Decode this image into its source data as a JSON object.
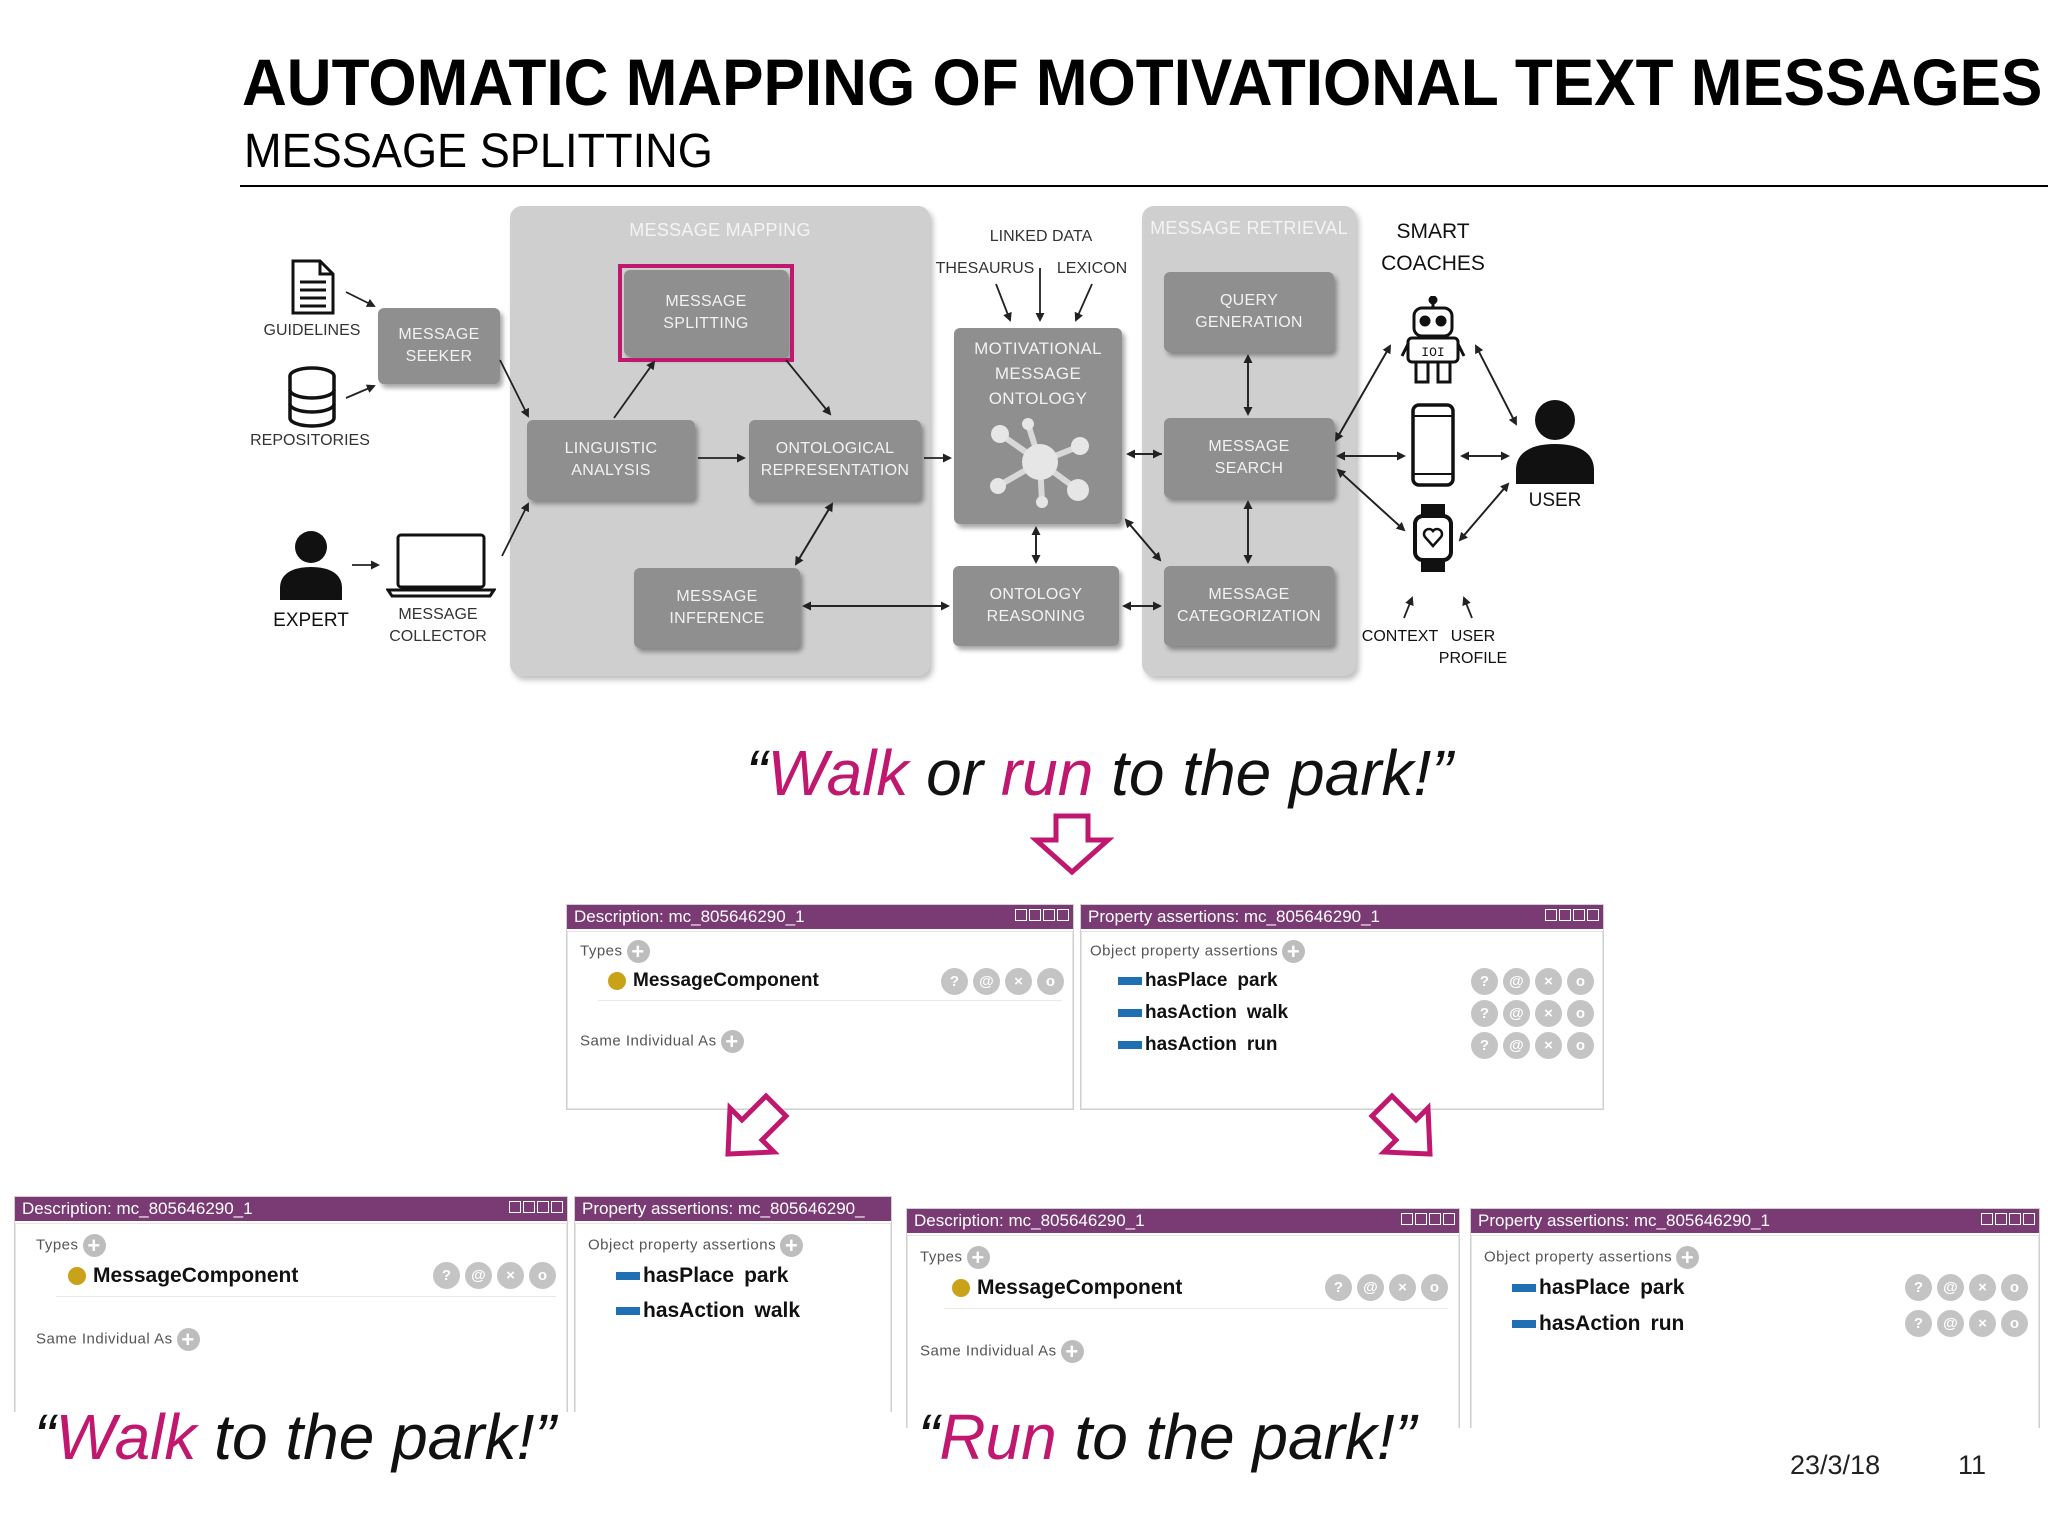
{
  "slide": {
    "title": "AUTOMATIC MAPPING OF MOTIVATIONAL TEXT MESSAGES",
    "subtitle": "MESSAGE SPLITTING",
    "date": "23/3/18",
    "page": "11"
  },
  "diagram": {
    "inputs": {
      "guidelines": "GUIDELINES",
      "repositories": "REPOSITORIES",
      "expert": "EXPERT",
      "message_collector": "MESSAGE\nCOLLECTOR",
      "message_seeker": "MESSAGE\nSEEKER"
    },
    "mapping": {
      "label": "MESSAGE MAPPING",
      "splitting": "MESSAGE\nSPLITTING",
      "linguistic": "LINGUISTIC\nANALYSIS",
      "ontological": "ONTOLOGICAL\nREPRESENTATION",
      "inference": "MESSAGE\nINFERENCE"
    },
    "center": {
      "linked_data": "LINKED DATA",
      "thesaurus": "THESAURUS",
      "lexicon": "LEXICON",
      "ontology": "MOTIVATIONAL\nMESSAGE\nONTOLOGY",
      "reasoning": "ONTOLOGY\nREASONING"
    },
    "retrieval": {
      "label": "MESSAGE RETRIEVAL",
      "query": "QUERY\nGENERATION",
      "search": "MESSAGE\nSEARCH",
      "categorization": "MESSAGE\nCATEGORIZATION"
    },
    "right": {
      "smart_coaches": "SMART\nCOACHES",
      "user": "USER",
      "context": "CONTEXT",
      "user_profile": "USER\nPROFILE"
    }
  },
  "quotes": {
    "main": {
      "open": "“",
      "w1": "Walk",
      "mid": " or ",
      "w2": "run",
      "rest": " to the park!”"
    },
    "left": {
      "open": "“",
      "w1": "Walk",
      "rest": " to the park!”"
    },
    "right": {
      "open": "“",
      "w1": "Run",
      "rest": " to the park!”"
    }
  },
  "protege": {
    "top": {
      "desc_title": "Description: mc_805646290_1",
      "prop_title": "Property assertions: mc_805646290_1",
      "types_label": "Types",
      "type_value": "MessageComponent",
      "same_label": "Same Individual As",
      "opa_label": "Object property assertions",
      "assertions": [
        {
          "prop": "hasPlace",
          "val": "park"
        },
        {
          "prop": "hasAction",
          "val": "walk"
        },
        {
          "prop": "hasAction",
          "val": "run"
        }
      ]
    },
    "left": {
      "desc_title": "Description: mc_805646290_1",
      "prop_title": "Property assertions: mc_805646290_",
      "types_label": "Types",
      "type_value": "MessageComponent",
      "same_label": "Same Individual As",
      "opa_label": "Object property assertions",
      "assertions": [
        {
          "prop": "hasPlace",
          "val": "park"
        },
        {
          "prop": "hasAction",
          "val": "walk"
        }
      ]
    },
    "right": {
      "desc_title": "Description: mc_805646290_1",
      "prop_title": "Property assertions: mc_805646290_1",
      "types_label": "Types",
      "type_value": "MessageComponent",
      "same_label": "Same Individual As",
      "opa_label": "Object property assertions",
      "assertions": [
        {
          "prop": "hasPlace",
          "val": "park"
        },
        {
          "prop": "hasAction",
          "val": "run"
        }
      ]
    },
    "action_glyphs": [
      "?",
      "@",
      "×",
      "o"
    ]
  },
  "colors": {
    "accent": "#c0186f",
    "panel_header": "#7a3a73",
    "box": "#8f8f8f",
    "panel": "#cfcfcf"
  }
}
